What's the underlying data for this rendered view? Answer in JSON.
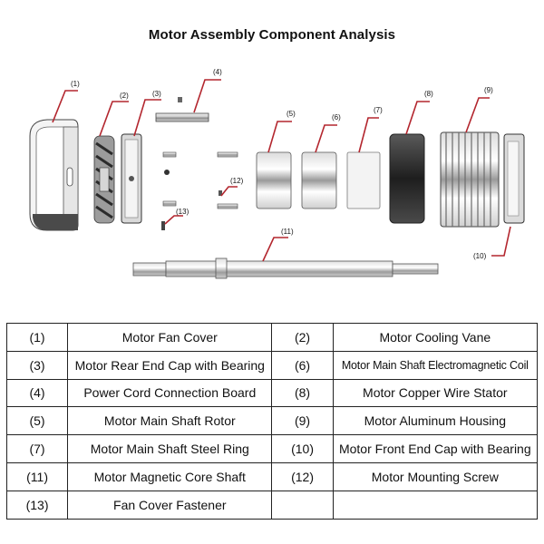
{
  "title": "Motor Assembly Component Analysis",
  "callouts": {
    "c1": "(1)",
    "c2": "(2)",
    "c3": "(3)",
    "c4": "(4)",
    "c5": "(5)",
    "c6": "(6)",
    "c7": "(7)",
    "c8": "(8)",
    "c9": "(9)",
    "c10": "(10)",
    "c11": "(11)",
    "c12": "(12)",
    "c13": "(13)"
  },
  "colors": {
    "callout_line": "#b3262e"
  },
  "table": {
    "rows": [
      {
        "left_num": "(1)",
        "left_name": "Motor Fan Cover",
        "right_num": "(2)",
        "right_name": "Motor Cooling Vane"
      },
      {
        "left_num": "(3)",
        "left_name": "Motor Rear End Cap with Bearing",
        "right_num": "(6)",
        "right_name": "Motor Main Shaft Electromagnetic Coil"
      },
      {
        "left_num": "(4)",
        "left_name": "Power Cord Connection Board",
        "right_num": "(8)",
        "right_name": "Motor Copper Wire Stator"
      },
      {
        "left_num": "(5)",
        "left_name": "Motor Main Shaft Rotor",
        "right_num": "(9)",
        "right_name": "Motor Aluminum Housing"
      },
      {
        "left_num": "(7)",
        "left_name": "Motor Main Shaft Steel Ring",
        "right_num": "(10)",
        "right_name": "Motor Front End Cap with Bearing"
      },
      {
        "left_num": "(11)",
        "left_name": "Motor Magnetic Core Shaft",
        "right_num": "(12)",
        "right_name": "Motor Mounting Screw"
      },
      {
        "left_num": "(13)",
        "left_name": "Fan Cover Fastener",
        "right_num": "",
        "right_name": ""
      }
    ]
  }
}
